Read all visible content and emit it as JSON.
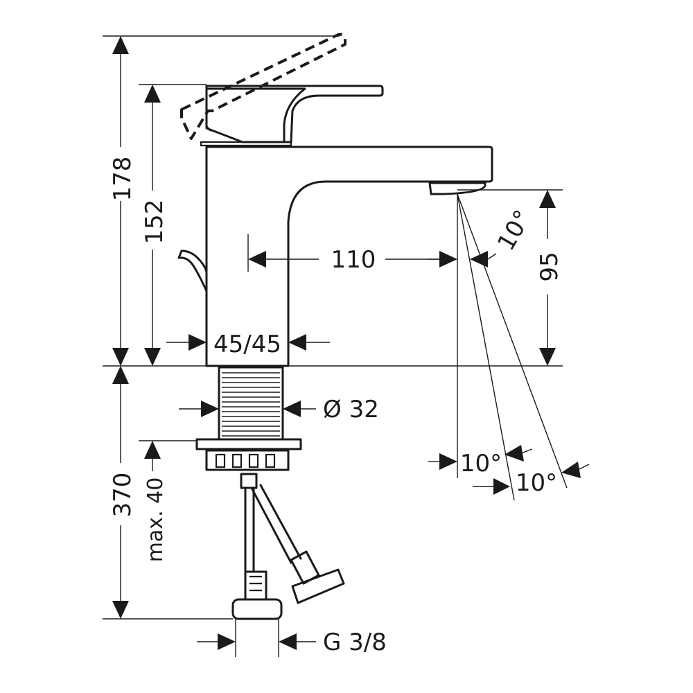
{
  "dimensions": {
    "total_height": "178",
    "body_height": "152",
    "spout_reach": "110",
    "spout_clearance": "95",
    "base_size": "45/45",
    "shank_diameter": "Ø 32",
    "below_counter": "370",
    "counter_thickness": "max. 40",
    "connection_thread": "G 3/8",
    "angle_spout": "10°",
    "angle_left": "10°",
    "angle_right": "10°"
  }
}
